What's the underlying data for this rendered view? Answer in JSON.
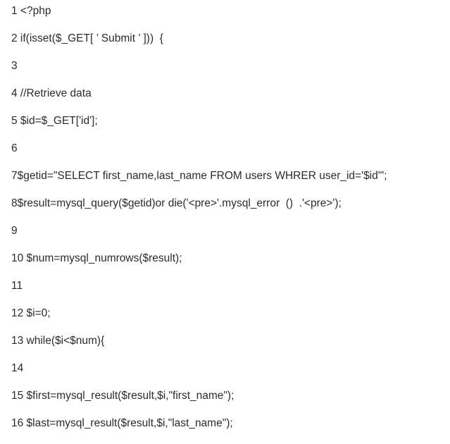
{
  "code_lines": [
    "1 <?php",
    "2 if(isset($_GET[ ’ Submit ’ ]))  {",
    "3",
    "4 //Retrieve data",
    "5 $id=$_GET['id'];",
    "6",
    "7$getid=\"SELECT first_name,last_name FROM users WHRER user_id='$id'\";",
    "8$result=mysql_query($getid)or die('<pre>'.mysql_error  ()  .'<pre>');",
    "9",
    "10 $num=mysql_numrows($result);",
    "11",
    "12 $i=0;",
    "13 while($i<$num){",
    "14",
    "15 $first=mysql_result($result,$i,\"first_name\");",
    "16 $last=mysql_result($result,$i,\"last_name\");"
  ]
}
